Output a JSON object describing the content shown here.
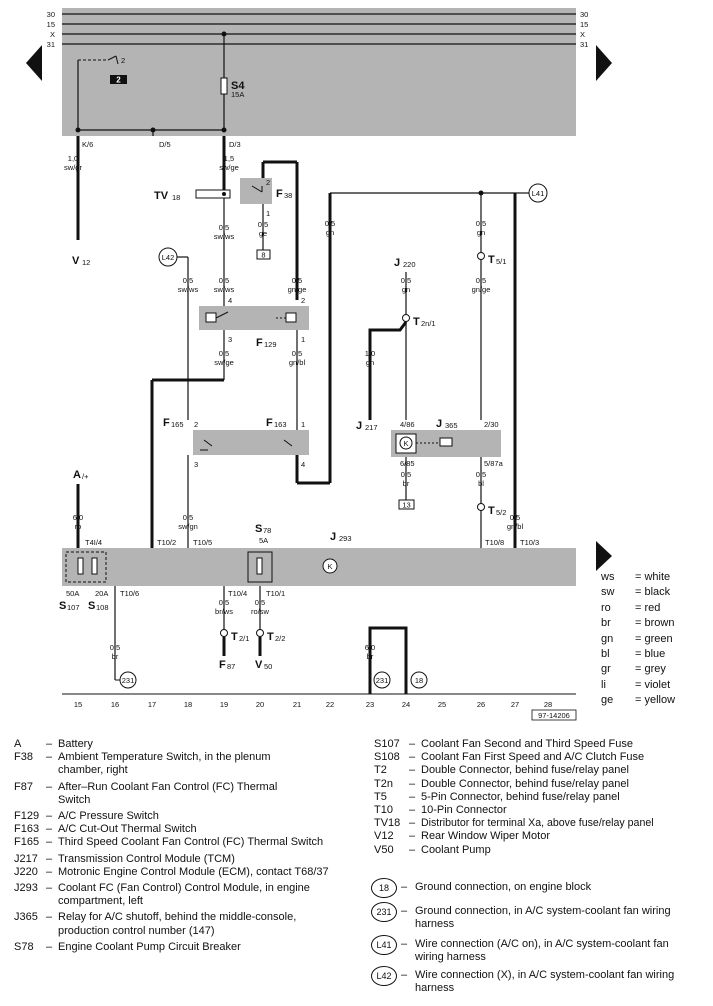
{
  "rails": [
    "30",
    "15",
    "X",
    "31"
  ],
  "fuse": {
    "id": "S4",
    "rating": "15A"
  },
  "relay_ref": "2",
  "relay_label": "2",
  "top_taps": [
    "K/6",
    "D/5",
    "D/3"
  ],
  "wires": {
    "v12_wire": {
      "size": "1,0",
      "color": "sw/gr"
    },
    "d3_wire": {
      "size": "1,5",
      "color": "sw/ge"
    },
    "f38_out": {
      "size": "0,5",
      "color": "ge"
    },
    "tv18_out": {
      "size": "0,5",
      "color": "sw/ws"
    },
    "l42_wire": {
      "size": "0,5",
      "color": "sw/ws"
    },
    "f129_in": {
      "size": "0,5",
      "color": "sw/ws"
    },
    "f129_right_in": {
      "size": "0,5",
      "color": "gn/ge"
    },
    "f129_out_left": {
      "size": "0,5",
      "color": "sw/ge"
    },
    "f129_out_right": {
      "size": "0,5",
      "color": "gn/bl"
    },
    "gn_long": {
      "size": "0,5",
      "color": "gn"
    },
    "j220_wire": {
      "size": "0,5",
      "color": "gn"
    },
    "t5_wire": {
      "size": "0,5",
      "color": "gn"
    },
    "t5_out": {
      "size": "0,5",
      "color": "gn/ge"
    },
    "j217_wire": {
      "size": "1,0",
      "color": "gn"
    },
    "j365_out_left": {
      "size": "0,5",
      "color": "br"
    },
    "j365_out_right": {
      "size": "0,5",
      "color": "bl"
    },
    "a_wire": {
      "size": "6,0",
      "color": "ro"
    },
    "f165_out": {
      "size": "0,5",
      "color": "sw/gn"
    },
    "l41_down": {
      "size": "0,5",
      "color": "gn/bl"
    },
    "t2_left": {
      "size": "0,5",
      "color": "br/ws"
    },
    "t2_right": {
      "size": "0,5",
      "color": "ro/sw"
    },
    "gnd16": {
      "size": "0,5",
      "color": "br"
    },
    "gnd23": {
      "size": "6,0",
      "color": "br"
    }
  },
  "components": {
    "tv18": "TV",
    "tv18_sub": "18",
    "f38": "F",
    "f38_sub": "38",
    "v12": "V",
    "v12_sub": "12",
    "f129": "F",
    "f129_sub": "129",
    "j220": "J",
    "j220_sub": "220",
    "j217": "J",
    "j217_sub": "217",
    "j365": "J",
    "j365_sub": "365",
    "f165": "F",
    "f165_sub": "165",
    "f163": "F",
    "f163_sub": "163",
    "a": "A",
    "a_sub": "/+",
    "s78": "S",
    "s78_sub": "78",
    "s78_rating": "5A",
    "j293": "J",
    "j293_sub": "293",
    "s107": "S",
    "s107_sub": "107",
    "s107_rating": "50A",
    "s108": "S",
    "s108_sub": "108",
    "s108_rating": "20A",
    "f87": "F",
    "f87_sub": "87",
    "v50": "V",
    "v50_sub": "50",
    "t2n1": "T",
    "t2n1_sub": "2n/1",
    "t51": "T",
    "t51_sub": "5/1",
    "t52": "T",
    "t52_sub": "5/2",
    "t21": "T",
    "t21_sub": "2/1",
    "t22": "T",
    "t22_sub": "2/2"
  },
  "pins": {
    "f38_top": "2",
    "f38_bot": "1",
    "relay_box": "8",
    "j365_box": "13",
    "f129_p4": "4",
    "f129_p2": "2",
    "f129_p3": "3",
    "f129_p1": "1",
    "f165_p2": "2",
    "f165_p3": "3",
    "f163_p1": "1",
    "f163_p4": "4",
    "j365_p486": "4/86",
    "j365_p230": "2/30",
    "j365_p685": "6/85",
    "j365_p587a": "5/87a",
    "t414": "T4I/4",
    "t102": "T10/2",
    "t105": "T10/5",
    "t108": "T10/8",
    "t103": "T10/3",
    "t106": "T10/6",
    "t104": "T10/4",
    "t101": "T10/1",
    "k": "K"
  },
  "circles": {
    "l41": "L41",
    "l42": "L42",
    "g231a": "231",
    "g231b": "231",
    "g18": "18"
  },
  "track_numbers": [
    "15",
    "16",
    "17",
    "18",
    "19",
    "20",
    "21",
    "22",
    "23",
    "24",
    "25",
    "26",
    "27",
    "28"
  ],
  "ref_code": "97-14206",
  "wire_colors": [
    {
      "code": "ws",
      "name": "white"
    },
    {
      "code": "sw",
      "name": "black"
    },
    {
      "code": "ro",
      "name": "red"
    },
    {
      "code": "br",
      "name": "brown"
    },
    {
      "code": "gn",
      "name": "green"
    },
    {
      "code": "bl",
      "name": "blue"
    },
    {
      "code": "gr",
      "name": "grey"
    },
    {
      "code": "li",
      "name": "violet"
    },
    {
      "code": "ge",
      "name": "yellow"
    }
  ],
  "legend_left": [
    {
      "code": "A",
      "desc": "Battery"
    },
    {
      "code": "F38",
      "desc": "Ambient Temperature Switch, in the plenum chamber, right"
    },
    {
      "code": "F87",
      "desc": "After–Run Coolant Fan Control (FC) Thermal Switch"
    },
    {
      "code": "F129",
      "desc": "A/C Pressure Switch"
    },
    {
      "code": "F163",
      "desc": "A/C Cut-Out Thermal Switch"
    },
    {
      "code": "F165",
      "desc": "Third Speed Coolant Fan Control (FC) Thermal Switch"
    },
    {
      "code": "J217",
      "desc": "Transmission Control Module (TCM)"
    },
    {
      "code": "J220",
      "desc": "Motronic Engine Control Module (ECM), contact T68/37"
    },
    {
      "code": "J293",
      "desc": "Coolant FC (Fan Control) Control Module, in engine compartment, left"
    },
    {
      "code": "J365",
      "desc": "Relay for A/C shutoff, behind the middle-console, production control  number (147)"
    },
    {
      "code": "S78",
      "desc": "Engine Coolant Pump Circuit Breaker"
    }
  ],
  "legend_right": [
    {
      "code": "S107",
      "desc": "Coolant Fan Second and Third Speed Fuse"
    },
    {
      "code": "S108",
      "desc": "Coolant Fan First Speed and A/C Clutch Fuse"
    },
    {
      "code": "T2",
      "desc": "Double Connector, behind fuse/relay panel"
    },
    {
      "code": "T2n",
      "desc": "Double Connector, behind fuse/relay panel"
    },
    {
      "code": "T5",
      "desc": "5-Pin Connector, behind fuse/relay panel"
    },
    {
      "code": "T10",
      "desc": "10-Pin Connector"
    },
    {
      "code": "TV18",
      "desc": "Distributor for terminal Xa, above fuse/relay panel"
    },
    {
      "code": "V12",
      "desc": "Rear Window Wiper Motor"
    },
    {
      "code": "V50",
      "desc": "Coolant Pump"
    }
  ],
  "legend_circles": [
    {
      "code": "18",
      "desc": "Ground connection, on engine block"
    },
    {
      "code": "231",
      "desc": "Ground connection, in A/C system-coolant fan wiring harness"
    },
    {
      "code": "L41",
      "desc": "Wire connection (A/C on), in A/C system-coolant fan wiring harness"
    },
    {
      "code": "L42",
      "desc": "Wire connection (X), in A/C system-coolant fan wiring harness"
    }
  ],
  "colors": {
    "panel": "#b4b4b4",
    "line": "#111111",
    "module": "#c8c8c8"
  }
}
